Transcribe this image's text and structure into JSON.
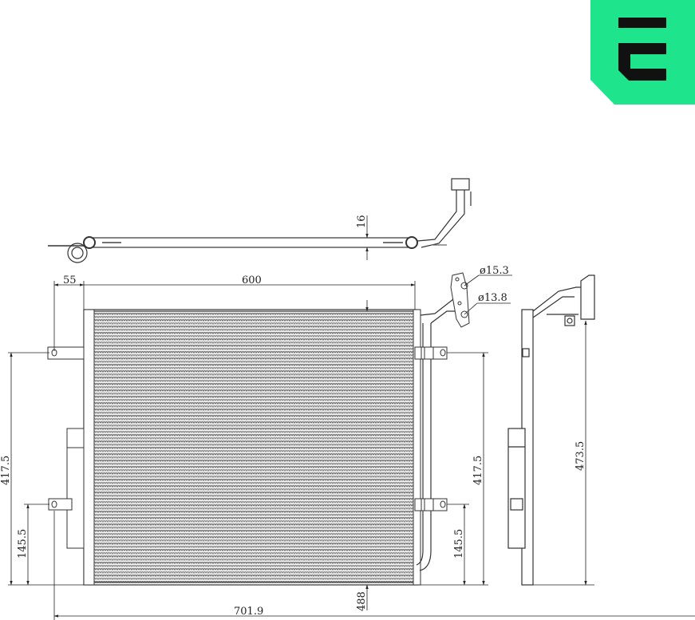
{
  "brand": {
    "logo_letter": "E",
    "logo_color": "#1EE58C",
    "logo_glyph_color": "#111111"
  },
  "drawing": {
    "subject": "A/C condenser technical drawing",
    "views": [
      "top-view",
      "front-view",
      "side-view"
    ],
    "line_color": "#333333",
    "fin_color": "#9a9a9a"
  },
  "dimensions": {
    "top_thickness": "16",
    "left_offset": "55",
    "core_width": "600",
    "pipe_dia_upper": "ø15.3",
    "pipe_dia_lower": "ø13.8",
    "left_bracket_height_upper": "417.5",
    "left_bracket_height_lower": "145.5",
    "right_bracket_height_upper": "417.5",
    "right_bracket_height_lower": "145.5",
    "side_total_height": "473.5",
    "core_height": "488",
    "overall_width": "701.9"
  }
}
